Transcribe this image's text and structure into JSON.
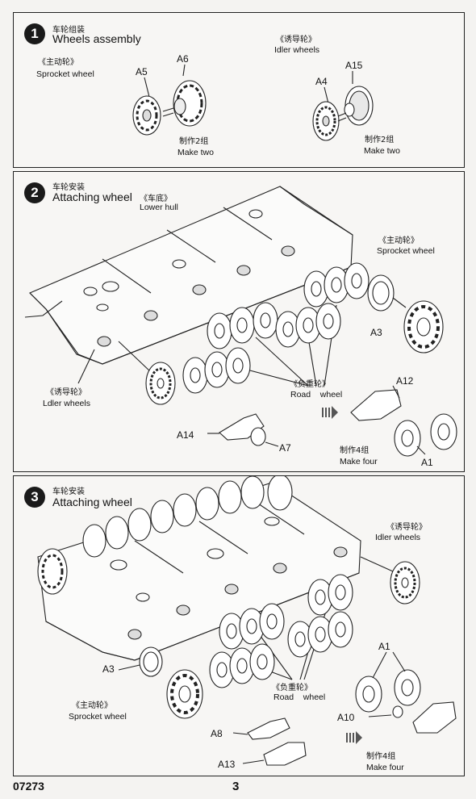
{
  "steps": [
    {
      "number": "1",
      "title_cn": "车轮组装",
      "title_en": "Wheels assembly",
      "labels": {
        "sprocket_cn": "《主动轮》",
        "sprocket_en": "Sprocket wheel",
        "idler_cn": "《诱导轮》",
        "idler_en": "Idler wheels",
        "make_two_cn_a": "制作2组",
        "make_two_en_a": "Make two",
        "make_two_cn_b": "制作2组",
        "make_two_en_b": "Make two"
      },
      "parts": [
        "A5",
        "A6",
        "A4",
        "A15"
      ]
    },
    {
      "number": "2",
      "title_cn": "车轮安装",
      "title_en": "Attaching wheel",
      "labels": {
        "hull_cn": "《车底》",
        "hull_en": "Lower hull",
        "sprocket_cn": "《主动轮》",
        "sprocket_en": "Sprocket wheel",
        "idler_cn": "《诱导轮》",
        "idler_en": "Ldler wheels",
        "road_cn": "《负重轮》",
        "road_en": "Road    wheel",
        "make_four_cn": "制作4组",
        "make_four_en": "Make four"
      },
      "parts": [
        "A3",
        "A12",
        "A14",
        "A7",
        "A1"
      ]
    },
    {
      "number": "3",
      "title_cn": "车轮安装",
      "title_en": "Attaching wheel",
      "labels": {
        "idler_cn": "《诱导轮》",
        "idler_en": "Idler wheels",
        "sprocket_cn": "《主动轮》",
        "sprocket_en": "Sprocket wheel",
        "road_cn": "《负重轮》",
        "road_en": "Road    wheel",
        "make_four_cn": "制作4组",
        "make_four_en": "Make four"
      },
      "parts": [
        "A3",
        "A1",
        "A10",
        "A8",
        "A13"
      ]
    }
  ],
  "footer": {
    "code": "07273",
    "page": "3"
  }
}
